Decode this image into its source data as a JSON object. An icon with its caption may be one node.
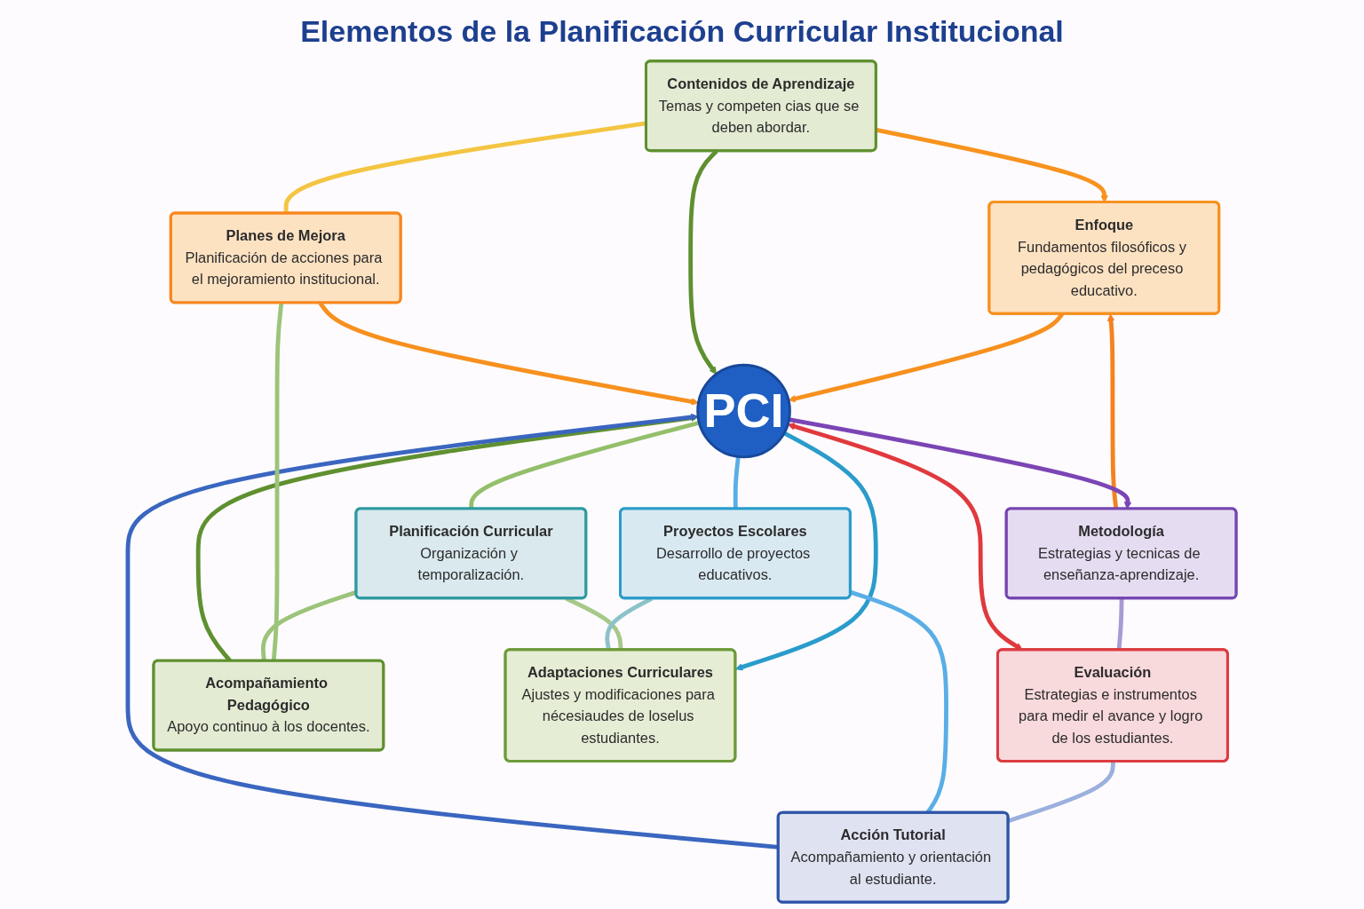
{
  "diagram": {
    "title": "Elementos de la Planificación Curricular Institucional",
    "nodes": [
      {
        "text": [
          "Enfoque",
          "Fundamentos filosóficos y pedagógicos del preceso educativo."
        ]
      },
      {
        "text": [
          "Contenidos de Aprendizaje",
          "Temas y competen cias que se deben abordar."
        ]
      },
      {
        "text": [
          "Metodología",
          "Estrategias y tecnicas de enseñanza-aprendizaje."
        ]
      },
      {
        "text": [
          "PCI"
        ]
      },
      {
        "text": [
          "Planes de Mejora",
          "Planificación de acciones para el mejoramiento institucional."
        ]
      },
      {
        "text": [
          "Evaluación",
          "Estrategias e instrumentos para medir el avance y logro de los estudiantes."
        ]
      },
      {
        "text": [
          "Acompañamiento Pedagógico",
          "Apoyo continuo à los docentes."
        ]
      },
      {
        "text": [
          "Acción Tutorial",
          "Acompañamiento y orientación al estudiante."
        ]
      },
      {
        "text": [
          "Planificación Curricular",
          "Organización y temporalización."
        ]
      },
      {
        "text": [
          "Proyectos Escolares",
          "Desarrollo de proyectos educativos."
        ]
      },
      {
        "text": [
          "Adaptaciones Curriculares",
          "Ajustes y modificaciones para nécesiaudes de loselus estudiantes."
        ]
      }
    ],
    "edges": [
      {
        "from": 1,
        "to": 0,
        "arrow": "to",
        "color": "#f7931e"
      },
      {
        "from": 2,
        "to": 0,
        "arrow": "to",
        "color": "#f58220"
      },
      {
        "from": 0,
        "to": 3,
        "arrow": "to",
        "color": "#f7901e"
      },
      {
        "from": 1,
        "to": 3,
        "arrow": "to",
        "color": "#5f9030"
      },
      {
        "from": 3,
        "to": 2,
        "arrow": "to",
        "color": "#7b45b5"
      },
      {
        "from": 4,
        "to": 3,
        "arrow": "to",
        "color": "#f7901e"
      },
      {
        "from": 5,
        "to": 3,
        "arrow": "both",
        "color": "#e0393e"
      },
      {
        "from": 6,
        "to": 3,
        "arrow": "to",
        "color": "#5f9030"
      },
      {
        "from": 7,
        "to": 3,
        "arrow": "to",
        "color": "#3a66c0"
      },
      {
        "from": 3,
        "to": 8,
        "arrow": "none",
        "color": "#93bf6a"
      },
      {
        "from": 3,
        "to": 10,
        "arrow": "to",
        "color": "#2a9ccb"
      },
      {
        "from": 3,
        "to": 9,
        "arrow": "none",
        "color": "#5aaee6"
      },
      {
        "from": 1,
        "to": 4,
        "arrow": "none",
        "color": "#f4c542"
      },
      {
        "from": 4,
        "to": 6,
        "arrow": "none",
        "color": "#9cc47a"
      },
      {
        "from": 8,
        "to": 6,
        "arrow": "none",
        "color": "#9cc47a"
      },
      {
        "from": 8,
        "to": 10,
        "arrow": "none",
        "color": "#a6c98a"
      },
      {
        "from": 2,
        "to": 5,
        "arrow": "none",
        "color": "#a99ad6"
      },
      {
        "from": 5,
        "to": 7,
        "arrow": "none",
        "color": "#9bb0de"
      },
      {
        "from": 9,
        "to": 7,
        "arrow": "none",
        "color": "#5aaee6"
      },
      {
        "from": 9,
        "to": 10,
        "arrow": "none",
        "color": "#8cc3c9"
      }
    ]
  }
}
